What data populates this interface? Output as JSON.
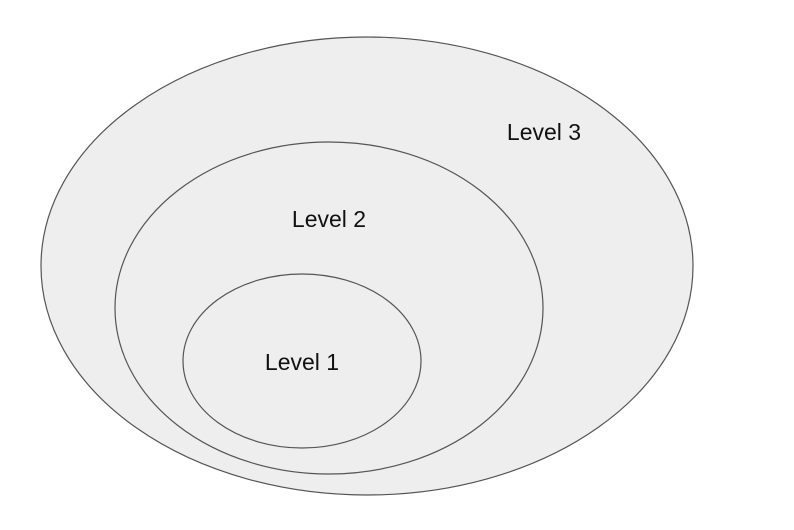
{
  "diagram": {
    "type": "nested-ellipses",
    "levels": [
      {
        "label": "Level 3"
      },
      {
        "label": "Level 2"
      },
      {
        "label": "Level 1"
      }
    ],
    "colors": {
      "fill": "#eeeeee",
      "stroke": "#555555",
      "text": "#111111",
      "background": "#ffffff"
    }
  }
}
